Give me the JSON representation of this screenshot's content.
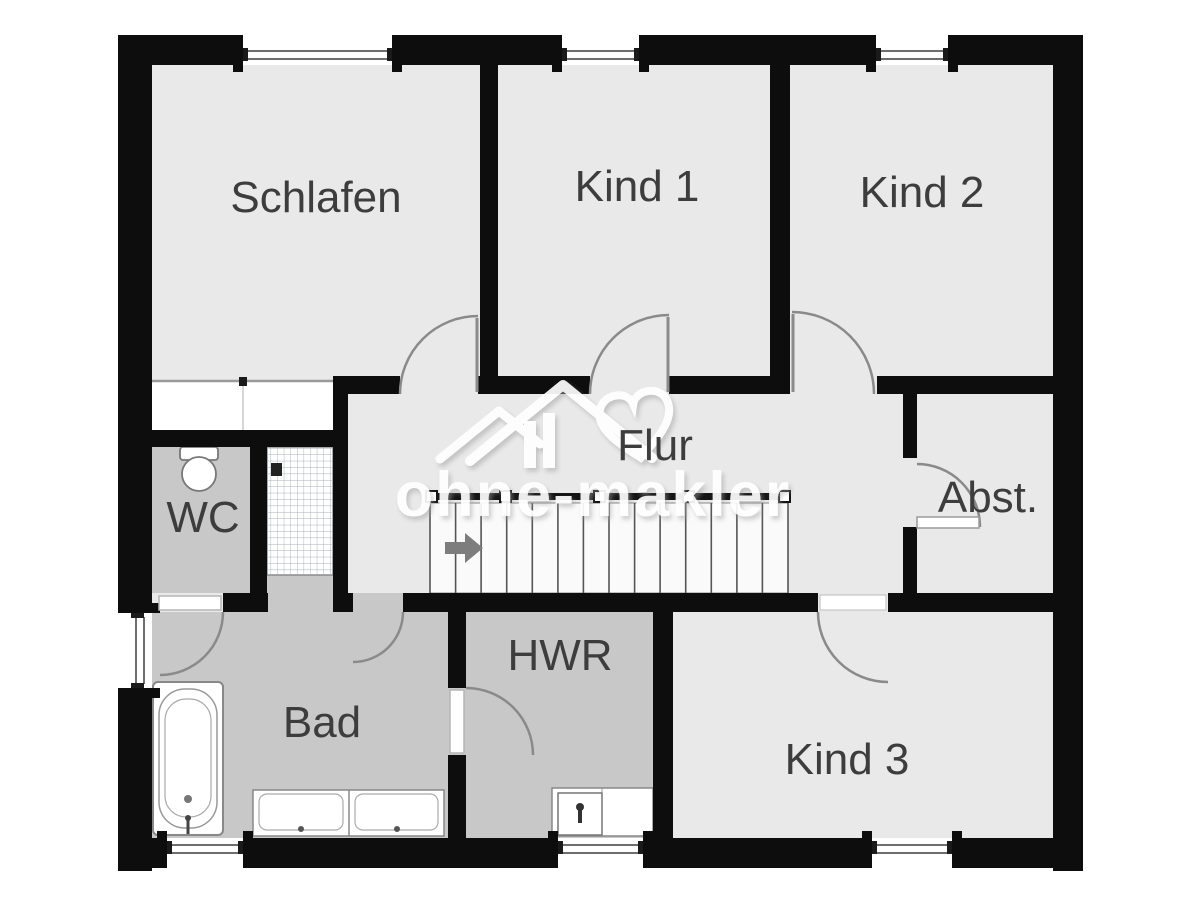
{
  "floorplan": {
    "watermark": {
      "brand": "ohne-makler"
    },
    "rooms": {
      "schlafen": {
        "label": "Schlafen"
      },
      "kind1": {
        "label": "Kind 1"
      },
      "kind2": {
        "label": "Kind 2"
      },
      "flur": {
        "label": "Flur"
      },
      "abst": {
        "label": "Abst."
      },
      "wc": {
        "label": "WC"
      },
      "bad": {
        "label": "Bad"
      },
      "hwr": {
        "label": "HWR"
      },
      "kind3": {
        "label": "Kind 3"
      }
    },
    "icons": {
      "stairs_direction": "arrow-right-icon",
      "watermark_house": "house-icon",
      "watermark_heart": "heart-icon"
    },
    "colors": {
      "wall": "#0d0d0d",
      "floor_light": "#e9e9e9",
      "floor_dark": "#c8c8c8",
      "stair_floor": "#fafafa",
      "door_line": "#8a8a8a",
      "window_line": "#6e6e6e",
      "label_text": "#3d3d3d",
      "watermark": "#ffffff"
    }
  }
}
